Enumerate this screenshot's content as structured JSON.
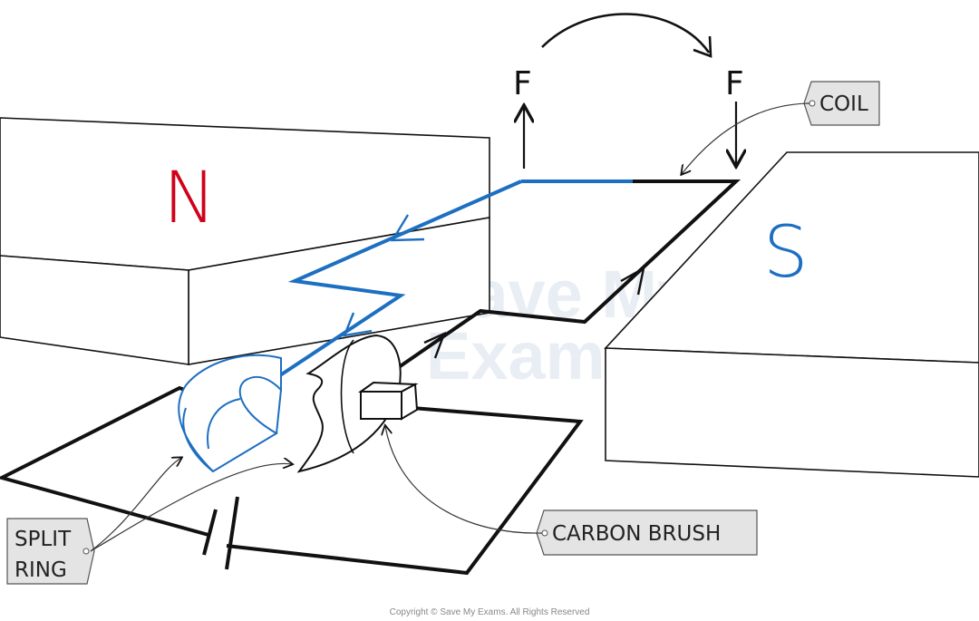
{
  "poles": {
    "north": {
      "label": "N",
      "color": "#d0021b"
    },
    "south": {
      "label": "S",
      "color": "#1d6fc1"
    }
  },
  "forces": {
    "left": "F",
    "right": "F"
  },
  "labels": {
    "coil": "COIL",
    "carbon_brush": "CARBON BRUSH",
    "split_ring_line1": "SPLIT",
    "split_ring_line2": "RING"
  },
  "watermark": {
    "line1": "Save My",
    "line2": "Exams"
  },
  "copyright": "Copyright © Save My Exams. All Rights Reserved",
  "colors": {
    "coil_blue": "#1d6fc1",
    "wire_black": "#111111",
    "label_fill": "#e4e4e4"
  }
}
